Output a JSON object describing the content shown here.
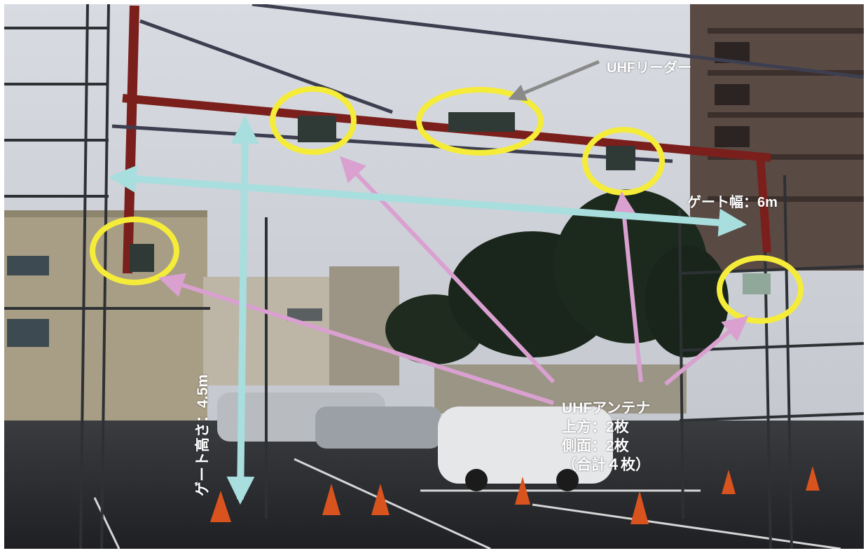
{
  "photo": {
    "subject": "UHF RFID gate test rig in parking lot"
  },
  "labels": {
    "reader": "UHFリーダー",
    "gate_width": "ゲート幅：6m",
    "gate_height": "ゲート高さ：4.5m",
    "antenna_title": "UHFアンテナ",
    "antenna_top": "上方：2枚",
    "antenna_side": "側面：2枚",
    "antenna_total": "（合計４枚）"
  },
  "colors": {
    "highlight_ring": "#f5ec3a",
    "antenna_arrow": "#d9a0d0",
    "reader_arrow": "#8a8a8a",
    "dimension_arrow": "#a8dede",
    "frame_red": "#7a1f1c",
    "sky": "#c9cdd4"
  }
}
